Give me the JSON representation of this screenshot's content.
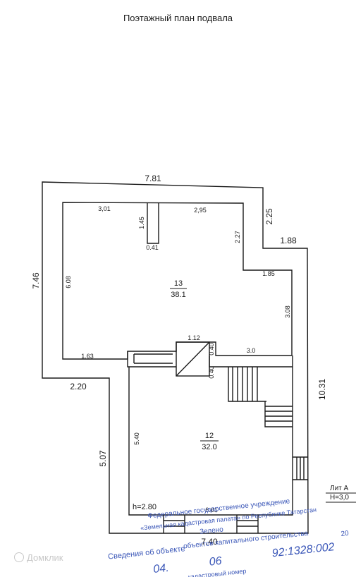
{
  "plan": {
    "title": "Поэтажный план  подвала",
    "rooms": [
      {
        "number": "13",
        "area": "38.1"
      },
      {
        "number": "12",
        "area": "32.0"
      }
    ],
    "dims": {
      "top_outer": "7.81",
      "left_outer": "7.46",
      "right_step_v": "2.25",
      "right_step_h": "1.88",
      "right_outer": "10.31",
      "left_step": "2.20",
      "left_lower": "5.07",
      "bottom_outer": "7.40",
      "inner_top_left": "3,01",
      "inner_top_right": "2,95",
      "partition_len": "1.45",
      "partition_w": "0.41",
      "inner_step_v": "2.27",
      "inner_step_h": "1.85",
      "inner_right": "3.08",
      "inner_left": "6.08",
      "inner_bottom_left": "1.63",
      "door_width": "1.12",
      "door_side_a": "0.40",
      "door_side_b": "0.40",
      "inner_bottom_right": "3.0",
      "lower_left": "5.40",
      "lower_bottom": "6.01",
      "height": "h=2.80"
    }
  },
  "stamp": {
    "line1": "Федеральное государственное учреждение",
    "line2": "«Земельная кадастровая палата» по Республике Татарстан",
    "line3": "Зелено",
    "line4": "Сведения об объекте",
    "line5": "объектов капитального строительства",
    "line6": "кадастровый номер",
    "date1": "04.",
    "date2": "06",
    "number": "92:1328:002",
    "year": "20"
  },
  "sheet_label": {
    "line1": "Лит А",
    "line2": "H=3,0"
  },
  "watermark": {
    "text": "Домклик"
  }
}
